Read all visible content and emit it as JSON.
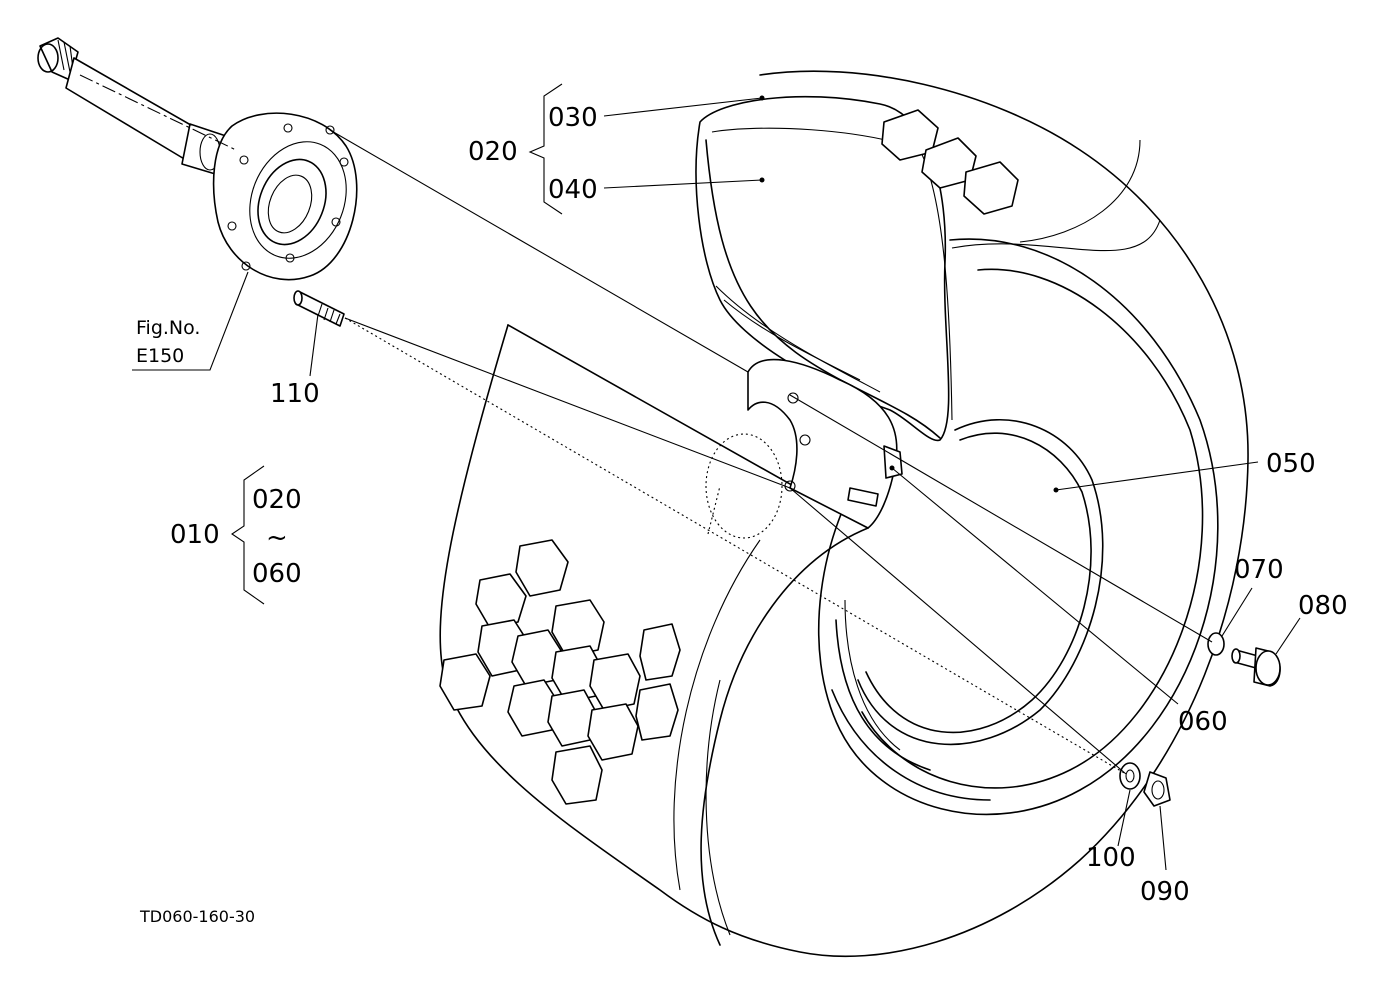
{
  "labels": {
    "p010": "010",
    "p020": "020",
    "p030": "030",
    "p040": "040",
    "p050": "050",
    "p060": "060",
    "p070": "070",
    "p080": "080",
    "p090": "090",
    "p100": "100",
    "p110": "110",
    "group_start": "020",
    "group_tilde": "~",
    "group_end": "060"
  },
  "reference": {
    "line1": "Fig.No.",
    "line2": "E150"
  },
  "drawing_code": "TD060-160-30"
}
